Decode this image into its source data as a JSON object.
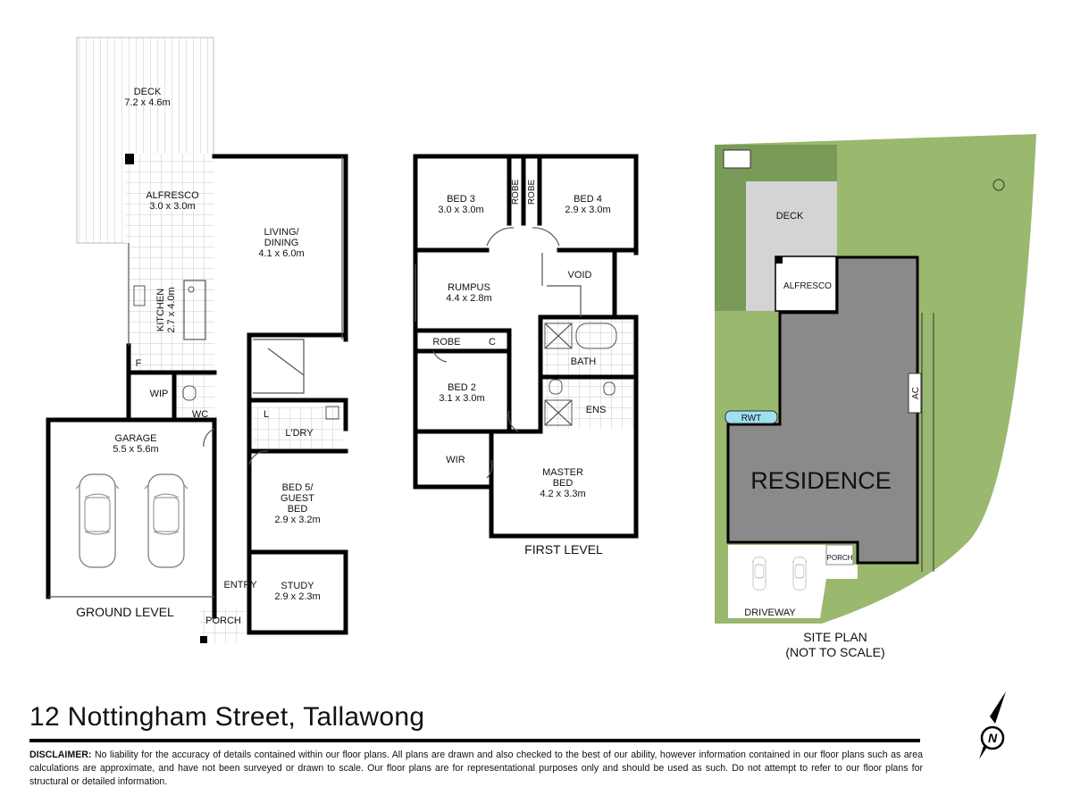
{
  "address": "12 Nottingham Street, Tallawong",
  "disclaimer": {
    "label": "DISCLAIMER:",
    "text": "No liability for the accuracy of details contained within our floor plans. All plans are drawn and also checked to the best of our ability, however information contained in our floor plans such as area calculations are approximate, and have not been surveyed or drawn to scale. Our floor plans are for representational purposes only and should be used as such. Do not attempt to refer to our floor plans for structural or detailed information."
  },
  "ground_level": {
    "title": "GROUND LEVEL",
    "rooms": {
      "deck": {
        "name": "DECK",
        "size": "7.2 x 4.6m"
      },
      "alfresco": {
        "name": "ALFRESCO",
        "size": "3.0 x 3.0m"
      },
      "living": {
        "name": "LIVING/",
        "name2": "DINING",
        "size": "4.1 x 6.0m"
      },
      "kitchen": {
        "name": "KITCHEN",
        "size": "2.7 x 4.0m"
      },
      "fridge": "F",
      "wip": "WIP",
      "wc": "WC",
      "laundry": "L'DRY",
      "laundry_l": "L",
      "garage": {
        "name": "GARAGE",
        "size": "5.5 x 5.6m"
      },
      "bed5": {
        "name": "BED 5/",
        "name2": "GUEST",
        "name3": "BED",
        "size": "2.9 x 3.2m"
      },
      "entry": "ENTRY",
      "study": {
        "name": "STUDY",
        "size": "2.9 x 2.3m"
      },
      "porch": "PORCH"
    }
  },
  "first_level": {
    "title": "FIRST LEVEL",
    "rooms": {
      "bed3": {
        "name": "BED 3",
        "size": "3.0 x 3.0m"
      },
      "robe_a": "ROBE",
      "robe_b": "ROBE",
      "bed4": {
        "name": "BED 4",
        "size": "2.9 x 3.0m"
      },
      "rumpus": {
        "name": "RUMPUS",
        "size": "4.4 x 2.8m"
      },
      "void": "VOID",
      "robe_c": "ROBE",
      "linen": "C",
      "bath": "BATH",
      "bed2": {
        "name": "BED 2",
        "size": "3.1 x 3.0m"
      },
      "ens": "ENS",
      "wir": "WIR",
      "master": {
        "name": "MASTER",
        "name2": "BED",
        "size": "4.2 x 3.3m"
      }
    }
  },
  "site_plan": {
    "title": "SITE PLAN",
    "subtitle": "(NOT TO SCALE)",
    "labels": {
      "deck": "DECK",
      "alfresco": "ALFRESCO",
      "residence": "RESIDENCE",
      "rwt": "RWT",
      "ac": "AC",
      "porch": "PORCH",
      "driveway": "DRIVEWAY"
    },
    "colors": {
      "lawn_light": "#9ab86e",
      "lawn_dark": "#7a9a58",
      "roof": "#8a8a8a",
      "deck": "#d4d4d4",
      "rwt": "#9fe0f0"
    }
  },
  "compass": {
    "letter": "N"
  }
}
